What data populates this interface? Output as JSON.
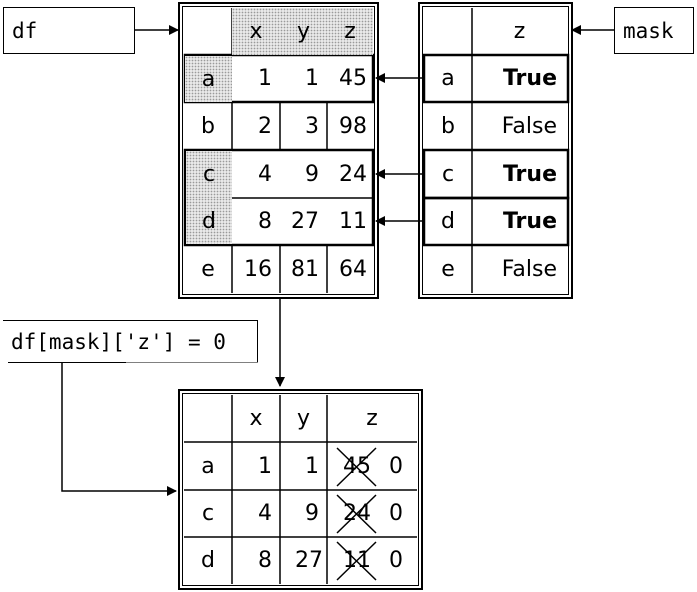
{
  "labels": {
    "df": "df",
    "mask": "mask",
    "code": "df[mask]['z'] = 0"
  },
  "df_table": {
    "columns": [
      "x",
      "y",
      "z"
    ],
    "rows": [
      {
        "index": "a",
        "x": "1",
        "y": "1",
        "z": "45"
      },
      {
        "index": "b",
        "x": "2",
        "y": "3",
        "z": "98"
      },
      {
        "index": "c",
        "x": "4",
        "y": "9",
        "z": "24"
      },
      {
        "index": "d",
        "x": "8",
        "y": "27",
        "z": "11"
      },
      {
        "index": "e",
        "x": "16",
        "y": "81",
        "z": "64"
      }
    ]
  },
  "mask_table": {
    "column": "z",
    "rows": [
      {
        "index": "a",
        "value": "True"
      },
      {
        "index": "b",
        "value": "False"
      },
      {
        "index": "c",
        "value": "True"
      },
      {
        "index": "d",
        "value": "True"
      },
      {
        "index": "e",
        "value": "False"
      }
    ]
  },
  "result_table": {
    "columns": [
      "x",
      "y",
      "z"
    ],
    "rows": [
      {
        "index": "a",
        "x": "1",
        "y": "1",
        "z_old": "45",
        "z_new": "0"
      },
      {
        "index": "c",
        "x": "4",
        "y": "9",
        "z_old": "24",
        "z_new": "0"
      },
      {
        "index": "d",
        "x": "8",
        "y": "27",
        "z_old": "11",
        "z_new": "0"
      }
    ]
  }
}
